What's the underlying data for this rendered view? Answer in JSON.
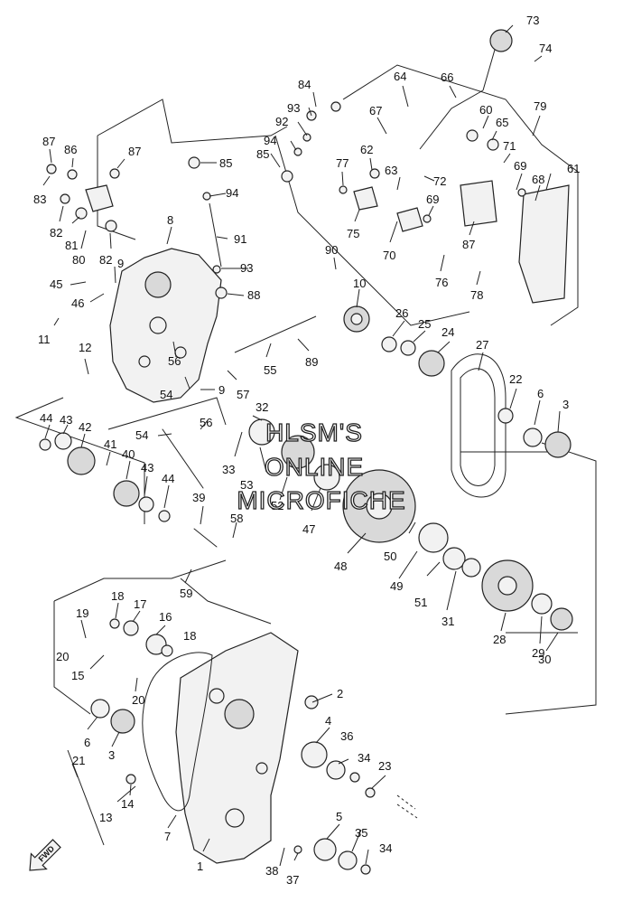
{
  "watermark": {
    "lines": [
      "HLSM'S",
      "ONLINE",
      "MICROFICHE"
    ]
  },
  "direction_badge": {
    "label": "FWD"
  },
  "callouts": [
    "1",
    "2",
    "3",
    "3",
    "4",
    "5",
    "6",
    "6",
    "7",
    "8",
    "9",
    "9",
    "10",
    "11",
    "12",
    "13",
    "14",
    "15",
    "16",
    "17",
    "18",
    "18",
    "19",
    "20",
    "20",
    "21",
    "22",
    "23",
    "24",
    "25",
    "26",
    "27",
    "28",
    "29",
    "30",
    "31",
    "32",
    "33",
    "34",
    "34",
    "35",
    "36",
    "37",
    "38",
    "39",
    "40",
    "41",
    "42",
    "43",
    "43",
    "44",
    "44",
    "45",
    "46",
    "47",
    "48",
    "49",
    "50",
    "51",
    "52",
    "53",
    "54",
    "54",
    "55",
    "56",
    "56",
    "57",
    "58",
    "59",
    "60",
    "61",
    "62",
    "63",
    "64",
    "65",
    "66",
    "67",
    "68",
    "69",
    "69",
    "70",
    "71",
    "72",
    "73",
    "74",
    "75",
    "76",
    "77",
    "78",
    "79",
    "80",
    "81",
    "82",
    "82",
    "83",
    "84",
    "85",
    "85",
    "86",
    "87",
    "87",
    "87",
    "88",
    "89",
    "90",
    "91",
    "92",
    "93",
    "93",
    "94",
    "94"
  ]
}
